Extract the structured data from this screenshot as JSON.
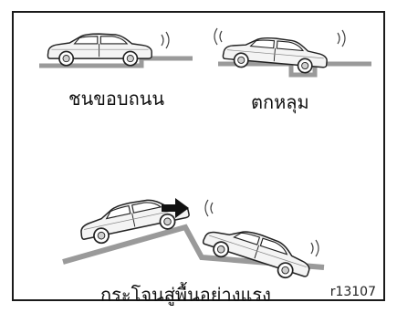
{
  "captions": {
    "curb": "ชนขอบถนน",
    "pothole": "ตกหลุม",
    "jump": "กระโจนสู่พื้นอย่างแรง"
  },
  "figure_code": "r13107",
  "colors": {
    "frame": "#1a1a1a",
    "ground": "#9a9a9a",
    "car_line": "#222222",
    "car_fill": "#f4f4f4",
    "arrow": "#111111"
  }
}
